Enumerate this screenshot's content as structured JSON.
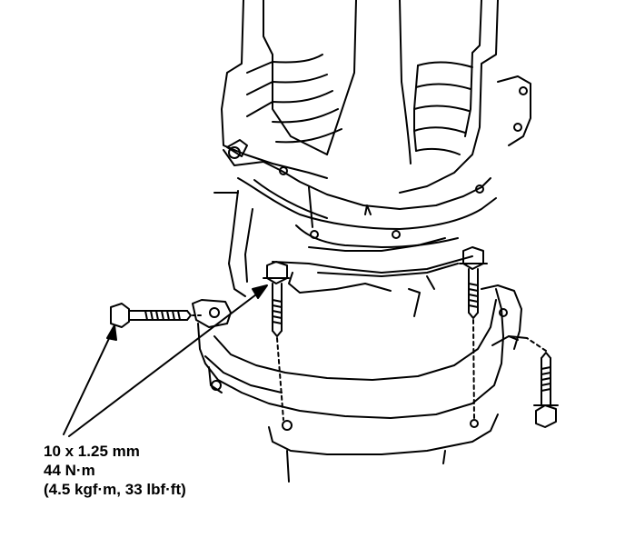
{
  "callout": {
    "size": "10 x 1.25 mm",
    "torque_nm": "44 N·m",
    "torque_alt": "(4.5 kgf·m, 33 lbf·ft)"
  },
  "colors": {
    "ink": "#000000",
    "paper": "#ffffff"
  }
}
